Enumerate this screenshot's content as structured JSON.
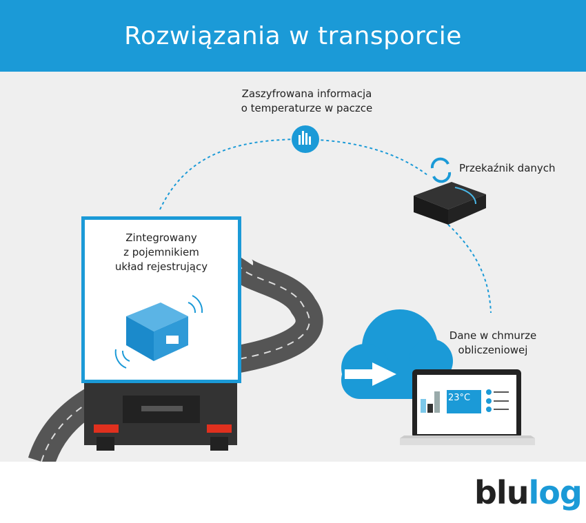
{
  "header": {
    "title": "Rozwiązania w transporcie"
  },
  "steps": {
    "encrypted": "Zaszyfrowana informacja\no temperaturze w paczce",
    "relay": "Przekaźnik danych",
    "cloud": "Dane w chmurze\nobliczeniowej",
    "recorder": "Zintegrowany\nz pojemnikiem\nukład rejestrujący"
  },
  "screen": {
    "temperature": "23°C"
  },
  "logo": {
    "part1": "blu",
    "part2": "log"
  },
  "colors": {
    "accent": "#1b9ad7",
    "background": "#efefef"
  }
}
